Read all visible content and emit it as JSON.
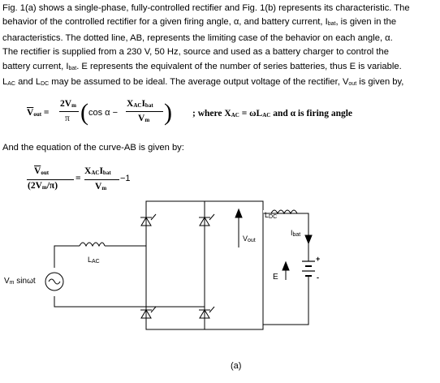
{
  "paragraph": {
    "line1": "Fig. 1(a) shows a single-phase, fully-controlled rectifier and Fig. 1(b) represents its characteristic. The",
    "line2a": "behavior of the controlled rectifier for a given firing angle, α, and battery current, I",
    "line2sub": "bat",
    "line2b": ", is given in the",
    "line3": "characteristics. The dotted line, AB, represents the limiting case of the behavior on each angle, α.",
    "line4": "The rectifier is supplied from a 230 V, 50 Hz, source and used as a battery charger to control the",
    "line5a": "battery current, I",
    "line5sub": "bat",
    "line5b": ". E represents the equivalent of the number of series batteries, thus E is variable.",
    "line6a": "L",
    "line6sub1": "AC",
    "line6b": " and L",
    "line6sub2": "DC",
    "line6c": " may be assumed to be ideal. The average output voltage of the rectifier, V",
    "line6sub3": "out",
    "line6d": " is given by,"
  },
  "equation1": {
    "lhs": "V",
    "lhs_sub": "out",
    "num": "2V",
    "num_sub": "m",
    "den": "π",
    "cos": "cos α −",
    "frac_num": "X",
    "frac_num_sub1": "AC",
    "frac_num_mid": "I",
    "frac_num_sub2": "bat",
    "frac_den": "V",
    "frac_den_sub": "m",
    "where_text": "; where X",
    "where_sub": "AC",
    "where_mid": " = ωL",
    "where_sub2": "AC",
    "where_end": "  and α  is firing angle"
  },
  "intro2": "And the equation of the curve-AB is given by:",
  "equation2": {
    "num": "V",
    "num_sub": "out",
    "den": "(2V",
    "den_sub": "m",
    "den_end": "/π)",
    "rhs_num": "X",
    "rhs_num_sub1": "AC",
    "rhs_num_mid": "I",
    "rhs_num_sub2": "bat",
    "rhs_den": "V",
    "rhs_den_sub": "m",
    "minus_one": "−1"
  },
  "circuit": {
    "source_label": "V",
    "source_sub": "m",
    "source_end": " sinωt",
    "lac_label": "L",
    "lac_sub": "AC",
    "ldc_label": "L",
    "ldc_sub": "DC",
    "vout_label": "V",
    "vout_sub": "out",
    "ibat_label": "I",
    "ibat_sub": "bat",
    "e_label": "E",
    "plus": "+",
    "minus": "-",
    "caption": "(a)"
  }
}
